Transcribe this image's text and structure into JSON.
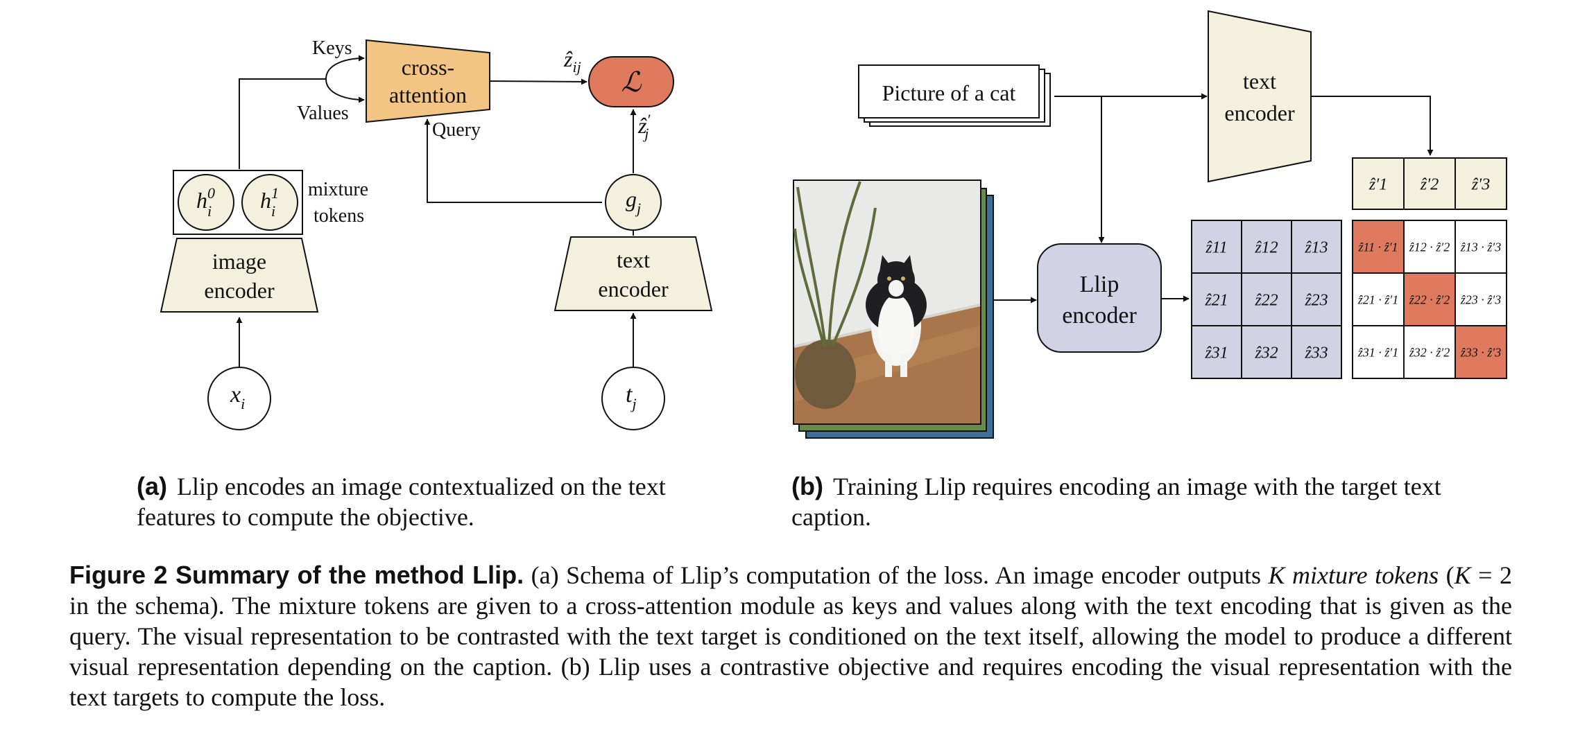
{
  "figure": {
    "left_panel": {
      "keys_label": "Keys",
      "values_label": "Values",
      "query_label": "Query",
      "cross_attention_line1": "cross-",
      "cross_attention_line2": "attention",
      "loss_symbol": "ℒ",
      "z_hat_ij_base": "ẑ",
      "z_hat_ij_sub": "ij",
      "z_hat_j_prime_base": "ẑ",
      "z_hat_j_prime_sup": "′",
      "z_hat_j_prime_sub": "j",
      "h0_base": "h",
      "h0_sup": "0",
      "h0_sub": "i",
      "h1_base": "h",
      "h1_sup": "1",
      "h1_sub": "i",
      "mixture_line1": "mixture",
      "mixture_line2": "tokens",
      "g_base": "g",
      "g_sub": "j",
      "image_encoder_line1": "image",
      "image_encoder_line2": "encoder",
      "text_encoder_line1": "text",
      "text_encoder_line2": "encoder",
      "x_base": "x",
      "x_sub": "i",
      "t_base": "t",
      "t_sub": "j"
    },
    "right_panel": {
      "caption_card": "Picture of a cat",
      "text_encoder_line1": "text",
      "text_encoder_line2": "encoder",
      "llip_encoder_line1": "Llip",
      "llip_encoder_line2": "encoder",
      "text_targets": [
        "ẑ′1",
        "ẑ′2",
        "ẑ′3"
      ],
      "z_matrix": [
        [
          "ẑ11",
          "ẑ12",
          "ẑ13"
        ],
        [
          "ẑ21",
          "ẑ22",
          "ẑ23"
        ],
        [
          "ẑ31",
          "ẑ32",
          "ẑ33"
        ]
      ],
      "similarity_matrix": [
        [
          "ẑ11 · ẑ′1",
          "ẑ12 · ẑ′2",
          "ẑ13 · ẑ′3"
        ],
        [
          "ẑ21 · ẑ′1",
          "ẑ22 · ẑ′2",
          "ẑ23 · ẑ′3"
        ],
        [
          "ẑ31 · ẑ′1",
          "ẑ32 · ẑ′2",
          "ẑ33 · ẑ′3"
        ]
      ]
    },
    "colors": {
      "cross_attention": "#f2c584",
      "loss": "#e07a5f",
      "encoder_fill": "#f3f0de",
      "llip_encoder": "#d2d2e4",
      "z_matrix": "#d2d2e4",
      "highlight": "#e07a5f"
    }
  },
  "subcaption_a": {
    "label": "(a)",
    "line1": "Llip encodes an image contextualized on the text",
    "line2": "features to compute the objective."
  },
  "subcaption_b": {
    "label": "(b)",
    "line1": "Training Llip requires encoding an image with the target text",
    "line2": "caption."
  },
  "caption": {
    "lead": "Figure 2  Summary of the method Llip.",
    "p1": " (a) Schema of Llip’s computation of the loss. An image encoder outputs ",
    "k_var": "K",
    "mixture_italic": " mixture tokens",
    "p2": " (",
    "k_eq": "K",
    "p3": " = 2 in the schema). The mixture tokens are given to a cross-attention module as keys and values along with the text encoding that is given as the query. The visual representation to be contrasted with the text target is conditioned on the text itself, allowing the model to produce a different visual representation depending on the caption. (b)  Llip uses a contrastive objective and requires encoding the visual representation with the text targets to compute the loss."
  }
}
